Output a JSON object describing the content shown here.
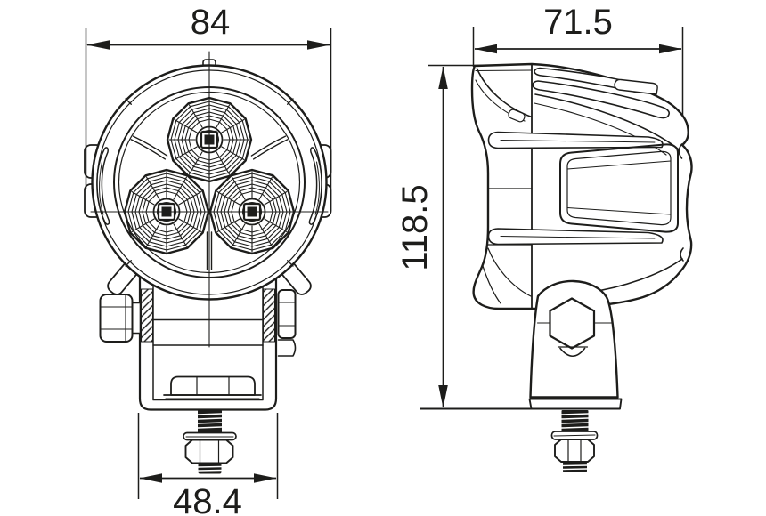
{
  "drawing": {
    "type": "technical-dimension-drawing",
    "subject": "led-work-lamp-two-views",
    "line_color": "#1d1d1b",
    "background_color": "#ffffff",
    "views": {
      "front": {
        "dimensions": {
          "width": "84",
          "bracket_width": "48.4"
        }
      },
      "side": {
        "dimensions": {
          "width": "71.5",
          "height": "118.5"
        }
      }
    }
  }
}
